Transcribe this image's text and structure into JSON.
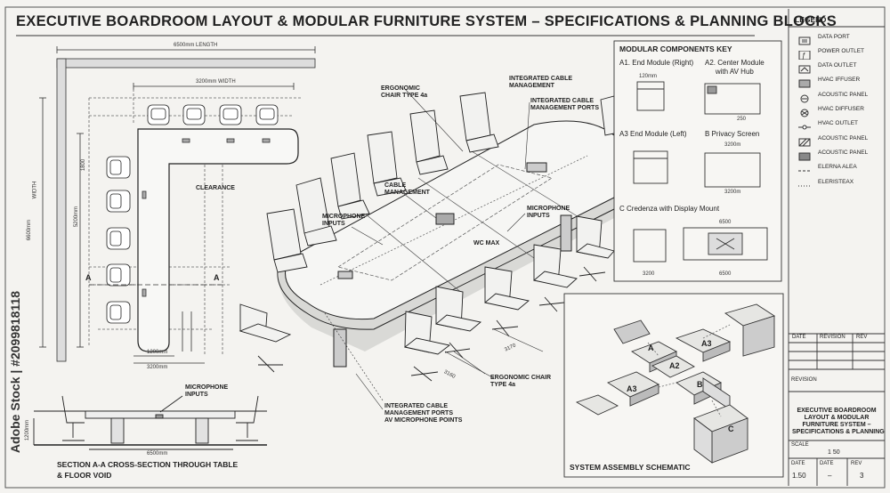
{
  "title": "EXECUTIVE BOARDROOM LAYOUT & MODULAR FURNITURE SYSTEM – SPECIFICATIONS & PLANNING BLOCKS",
  "watermark": "Adobe Stock | #2099818118",
  "plan": {
    "length": "6500mm LENGTH",
    "width": "3200mm WIDTH",
    "width_side": "WIDTH",
    "h6600": "6600mm",
    "h5200": "5200mm",
    "h1800": "1800",
    "clearance": "CLEARANCE",
    "section_a_left": "A",
    "section_a_right": "A",
    "d1200": "1200mm",
    "d3200": "3200mm"
  },
  "iso": {
    "ergonomic_chair": "ERGONOMIC\nCHAIR TYPE 4a",
    "integrated_cable_mgmt": "INTEGRATED CABLE\nMANAGEMENT",
    "integrated_cable_mgmt_ports": "INTEGRATED CABLE\nMANAGEMENT PORTS",
    "cable_management": "CABLE\nMANAGEMENT",
    "microphone_inputs_left": "MICROPHONE\nINPUTS",
    "microphone_inputs_right": "MICROPHONE\nINPUTS",
    "wc_max": "WC MAX",
    "ergonomic_chair_bottom": "ERGONOMIC CHAIR\nTYPE 4a",
    "integrated_ports_bottom": "INTEGRATED CABLE\nMANAGEMENT PORTS\nAV MICROPHONE POINTS",
    "dim_a": "3160",
    "dim_b": "3170"
  },
  "section": {
    "microphone_inputs": "MICROPHONE\nINPUTS",
    "caption": "SECTION A-A CROSS-SECTION THROUGH TABLE\n& FLOOR VOID",
    "h1200": "1200mm",
    "w6500": "6500mm"
  },
  "modular_key": {
    "heading": "MODULAR COMPONENTS KEY",
    "a1": "A1. End Module (Right)",
    "a2": "A2. Center Module\nwith AV Hub",
    "a3": "A3  End Module (Left)",
    "b": "B Privacy Screen",
    "c": "C Credenza with Display Mount",
    "d120": "120mm",
    "d250": "250",
    "d3200": "3200m",
    "d3200b": "3200m",
    "d6500": "6500",
    "d3200c": "3200",
    "d6500b": "6500"
  },
  "assembly": {
    "heading": "SYSTEM ASSEMBLY SCHEMATIC",
    "A": "A",
    "A2": "A2",
    "A3": "A3",
    "A3b": "A3",
    "B": "B",
    "C": "C"
  },
  "legend": {
    "heading": "LEGEND",
    "items": [
      {
        "label": "DATA PORT",
        "icon": "data-port-icon"
      },
      {
        "label": "POWER OUTLET",
        "icon": "power-outlet-icon"
      },
      {
        "label": "DATA OUTLET",
        "icon": "data-outlet-icon"
      },
      {
        "label": "HVAC  IFFUSER",
        "icon": "hvac-diffuser-icon"
      },
      {
        "label": "ACOUSTIC PANEL",
        "icon": "acoustic-panel-icon"
      },
      {
        "label": "HVAC DIFFUSER",
        "icon": "hvac-diffuser-round-icon"
      },
      {
        "label": "HVAC OUTLET",
        "icon": "hvac-outlet-icon"
      },
      {
        "label": "ACOUSTIC PANEL",
        "icon": "acoustic-panel-hatch-icon"
      },
      {
        "label": "ACOUSTIC PANEL",
        "icon": "acoustic-panel-solid-icon"
      },
      {
        "label": "ELERNA ALEA",
        "icon": "dash-line-icon"
      },
      {
        "label": "ELERISTEAX",
        "icon": "dash-line-2-icon"
      }
    ]
  },
  "title_block": {
    "date": "DATE",
    "revision": "REVISION",
    "rev": "REV",
    "revision2": "REVISION",
    "project": "EXECUTIVE BOARDROOM\nLAYOUT & MODULAR\nFURNITURE SYSTEM –\nSPECIFICATIONS & PLANNING",
    "scale_value": "1 50",
    "scale_label": "SCALE",
    "date_label": "DATE",
    "date2_label": "DATE",
    "rev2_label": "REV",
    "date_value": "1.50",
    "date2_value": "–",
    "rev_value": "3"
  }
}
